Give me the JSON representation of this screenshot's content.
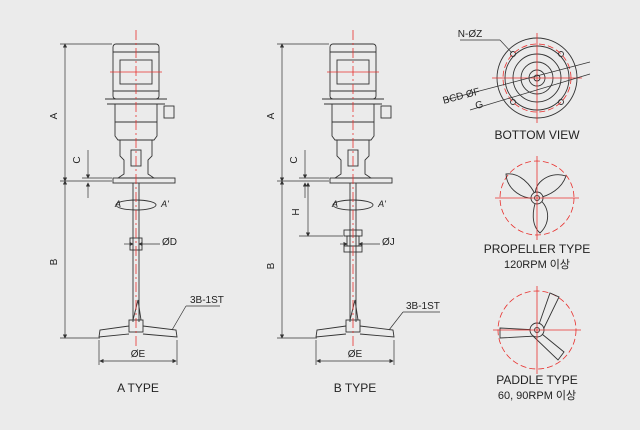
{
  "a_type": {
    "caption": "A TYPE",
    "dims": {
      "A": "A",
      "B": "B",
      "C": "C",
      "D": "ØD",
      "E": "ØE"
    },
    "section_left": "A",
    "section_right": "A'",
    "blade_callout": "3B-1ST"
  },
  "b_type": {
    "caption": "B TYPE",
    "dims": {
      "A": "A",
      "B": "B",
      "C": "C",
      "H": "H",
      "J": "ØJ",
      "E": "ØE"
    },
    "section_left": "A",
    "section_right": "A'",
    "blade_callout": "3B-1ST"
  },
  "bottom_view": {
    "caption": "BOTTOM VIEW",
    "holes_label": "N-ØZ",
    "bcd_label": "BCD ØF",
    "g_label": "G"
  },
  "propeller": {
    "caption": "PROPELLER TYPE",
    "subcaption": "120RPM 이상"
  },
  "paddle": {
    "caption": "PADDLE TYPE",
    "subcaption": "60, 90RPM 이상"
  },
  "colors": {
    "line": "#333333",
    "centerline": "#e8312e",
    "background": "#ebebeb"
  }
}
